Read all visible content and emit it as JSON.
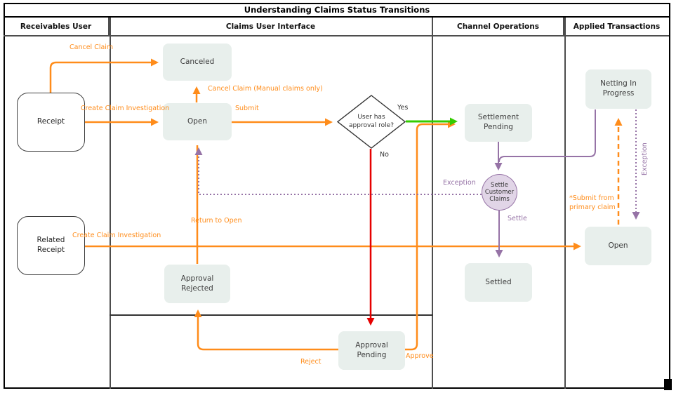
{
  "title": "Understanding Claims Status Transitions",
  "lanes": [
    {
      "label": "Receivables User"
    },
    {
      "label": "Claims User Interface"
    },
    {
      "label": "Channel Operations"
    },
    {
      "label": "Applied Transactions"
    }
  ],
  "nodes": {
    "receipt": "Receipt",
    "related_receipt": "Related Receipt",
    "canceled": "Canceled",
    "open_claims": "Open",
    "decision": "User has approval role?",
    "settlement_pending": "Settlement Pending",
    "settle_customer_claims": "Settle Customer Claims",
    "settled": "Settled",
    "approval_rejected": "Approval Rejected",
    "approval_pending": "Approval Pending",
    "netting_in_progress": "Netting In Progress",
    "open_applied": "Open"
  },
  "edges": {
    "cancel_claim": "Cancel Claim",
    "create_claim_investigation_top": "Create Claim Investigation",
    "cancel_claim_manual": "Cancel Claim (Manual claims only)",
    "submit": "Submit",
    "yes": "Yes",
    "no": "No",
    "exception_left": "Exception",
    "return_to_open": "Return to Open",
    "create_claim_investigation_bottom": "Create Claim Investigation",
    "reject": "Reject",
    "approve": "Approve",
    "settle": "Settle",
    "submit_from_primary": "*Submit from primary claim",
    "exception_right": "Exception"
  },
  "colors": {
    "transition_orange": "#ff8c1a",
    "approved_green": "#33cc00",
    "rejected_red": "#e60000",
    "settlement_purple": "#9673a6",
    "node_fill": "#e8efec",
    "settle_circle_fill": "#e1d5e7"
  }
}
